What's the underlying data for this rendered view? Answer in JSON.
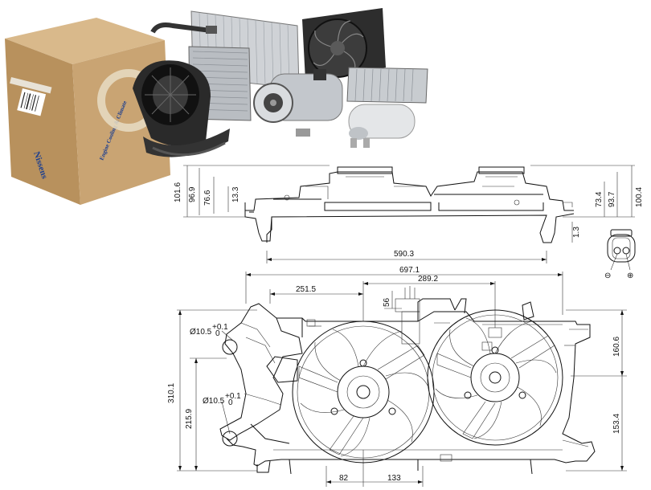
{
  "brand": {
    "logo_side": "Nissens",
    "logo_label": "Nissens",
    "box_text": "Engine Cooling & Climate",
    "brand_color": "#1d3f8f"
  },
  "side_view": {
    "dims": {
      "h1": "101.6",
      "h2": "96.9",
      "h3": "76.6",
      "h4": "13.3",
      "h5": "73.4",
      "h6": "93.7",
      "h7": "100.4",
      "h8": "1.3",
      "width": "590.3"
    }
  },
  "front_view": {
    "dims": {
      "overall_width": "697.1",
      "left_offset": "251.5",
      "fan_spacing": "289.2",
      "connector": "56",
      "height_total": "310.1",
      "height_lower": "215.9",
      "right_upper": "160.6",
      "right_lower": "153.4",
      "bottom_left": "82",
      "bottom_right": "133"
    },
    "hole_top": {
      "prefix": "Ø10.5",
      "sup": "+0.1",
      "sub": "0"
    },
    "hole_bottom": {
      "prefix": "Ø10.5",
      "sup": "+0.1",
      "sub": "0"
    }
  },
  "connector": {
    "pin_neg": "⊖",
    "pin_pos": "⊕"
  }
}
